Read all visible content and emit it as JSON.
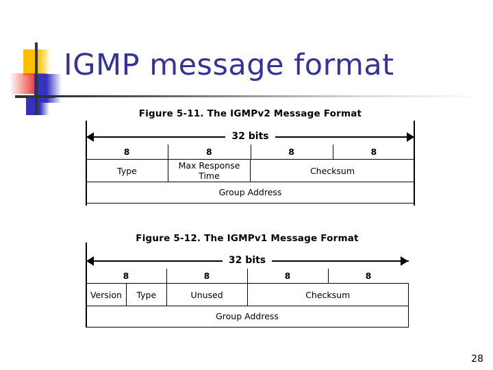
{
  "slide": {
    "title": "IGMP message format",
    "title_color": "#333399",
    "page_number": "28",
    "logo": {
      "yellow": "#FFC000",
      "red": "#EE3B33",
      "blue": "#3333BB",
      "cross": "#333333"
    }
  },
  "figures": [
    {
      "caption": "Figure 5-11. The IGMPv2 Message Format",
      "span_label": "32 bits",
      "bit_labels": [
        "8",
        "8",
        "8",
        "8"
      ],
      "rows": [
        {
          "cells": [
            {
              "label": "Type",
              "span": 1
            },
            {
              "label": "Max Response Time",
              "span": 1
            },
            {
              "label": "Checksum",
              "span": 2
            }
          ]
        },
        {
          "cells": [
            {
              "label": "Group Address",
              "span": 4
            }
          ]
        }
      ]
    },
    {
      "caption": "Figure 5-12. The IGMPv1 Message Format",
      "span_label": "32 bits",
      "bit_labels": [
        "8",
        "8",
        "8",
        "8"
      ],
      "rows": [
        {
          "cells": [
            {
              "label": "Version",
              "span": 0.5
            },
            {
              "label": "Type",
              "span": 0.5
            },
            {
              "label": "Unused",
              "span": 1
            },
            {
              "label": "Checksum",
              "span": 2
            }
          ]
        },
        {
          "cells": [
            {
              "label": "Group Address",
              "span": 4
            }
          ]
        }
      ]
    }
  ]
}
